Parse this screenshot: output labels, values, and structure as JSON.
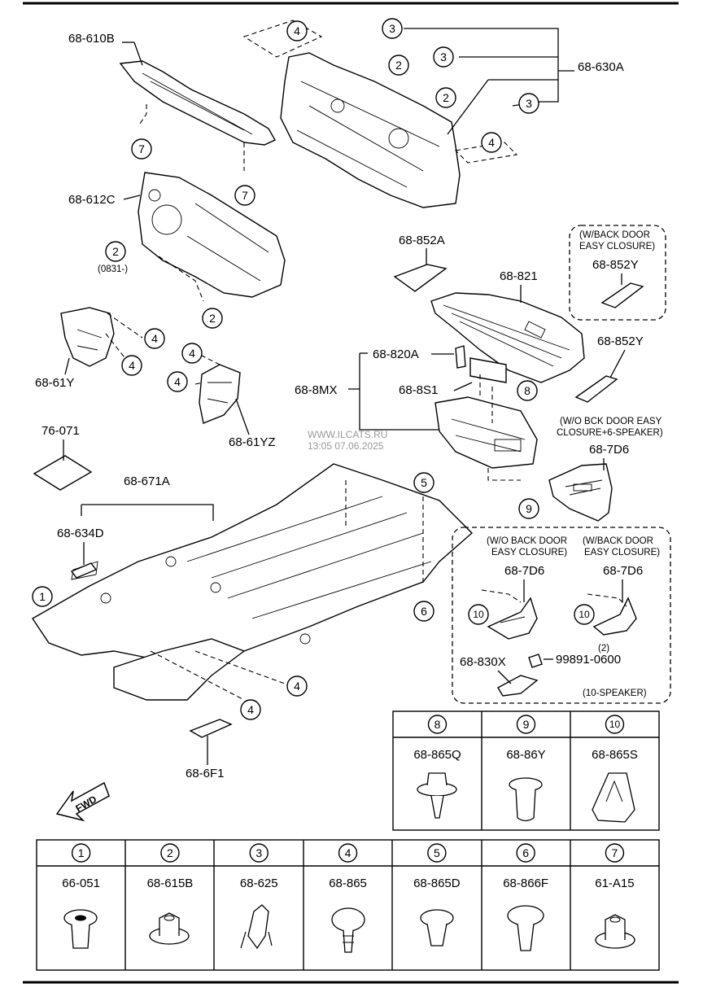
{
  "watermark": {
    "line1": "WWW.ILCATS.RU",
    "line2": "13:05 07.06.2025"
  },
  "parts": {
    "p_68_610B": "68-610B",
    "p_68_630A": "68-630A",
    "p_68_612C": "68-612C",
    "p_0831": "(0831-)",
    "p_68_852A": "68-852A",
    "p_68_821": "68-821",
    "p_68_852Y_box": "68-852Y",
    "p_68_852Y": "68-852Y",
    "p_68_61Y": "68-61Y",
    "p_68_61YZ": "68-61YZ",
    "p_68_820A": "68-820A",
    "p_68_8MX": "68-8MX",
    "p_68_8S1": "68-8S1",
    "p_76_071": "76-071",
    "p_68_671A": "68-671A",
    "p_68_634D": "68-634D",
    "p_68_7D6_a": "68-7D6",
    "p_68_7D6_b": "68-7D6",
    "p_68_7D6_c": "68-7D6",
    "p_68_830X": "68-830X",
    "p_99891": "99891-0600",
    "p_qty2": "(2)",
    "p_10spk": "(10-SPEAKER)",
    "p_68_6F1": "68-6F1",
    "fwd": "FWD"
  },
  "notes": {
    "bd_easy_1": "(W/BACK DOOR",
    "bd_easy_2": "EASY CLOSURE)",
    "wo_bck_1": "(W/O BCK DOOR EASY",
    "wo_bck_2": "CLOSURE+6-SPEAKER)",
    "wo_bd_1": "(W/O BACK DOOR",
    "wo_bd_2": "EASY CLOSURE)",
    "w_bd_1": "(W/BACK DOOR",
    "w_bd_2": "EASY CLOSURE)"
  },
  "callouts": {
    "c1": "1",
    "c2": "2",
    "c3": "3",
    "c4": "4",
    "c5": "5",
    "c6": "6",
    "c7": "7",
    "c8": "8",
    "c9": "9",
    "c10": "10"
  },
  "fastener_table_top": [
    {
      "key": "8",
      "part": "68-865Q"
    },
    {
      "key": "9",
      "part": "68-86Y"
    },
    {
      "key": "10",
      "part": "68-865S"
    }
  ],
  "fastener_table_bottom": [
    {
      "key": "1",
      "part": "66-051"
    },
    {
      "key": "2",
      "part": "68-615B"
    },
    {
      "key": "3",
      "part": "68-625"
    },
    {
      "key": "4",
      "part": "68-865"
    },
    {
      "key": "5",
      "part": "68-865D"
    },
    {
      "key": "6",
      "part": "68-866F"
    },
    {
      "key": "7",
      "part": "61-A15"
    }
  ]
}
